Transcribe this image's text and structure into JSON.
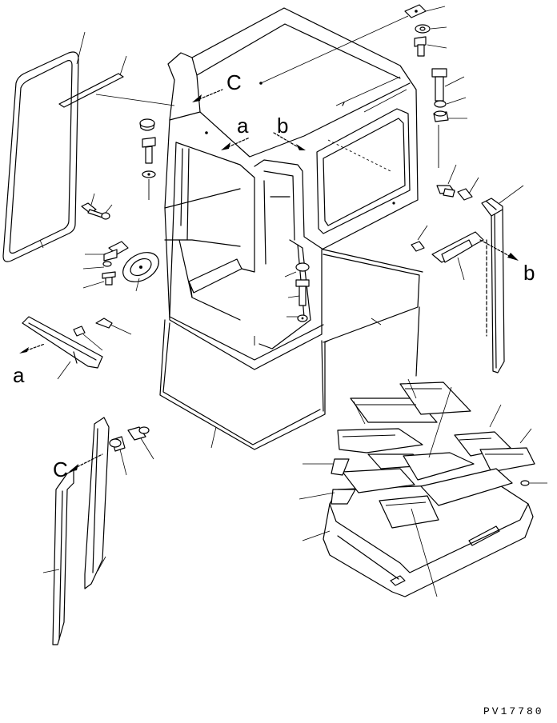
{
  "labels": {
    "a_top": "a",
    "b_top": "b",
    "c_top": "C",
    "a_left": "a",
    "b_right": "b",
    "c_left": "C"
  },
  "drawing_code": "PV17780"
}
